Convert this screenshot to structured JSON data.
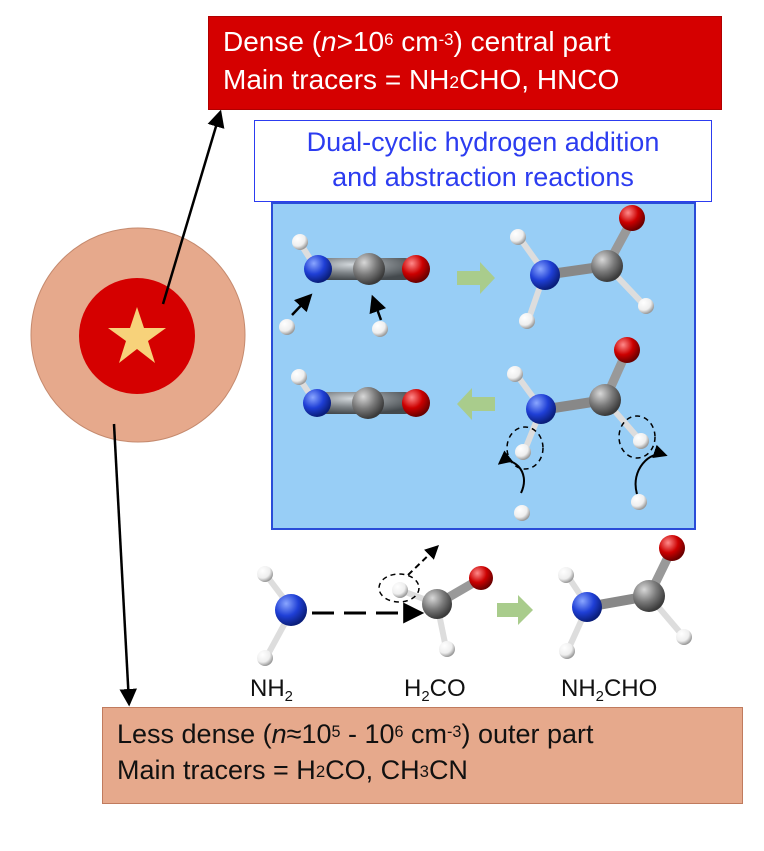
{
  "dense_box": {
    "line1_a": "Dense (",
    "line1_n": "n",
    "line1_b": ">10",
    "line1_sup6": "6",
    "line1_c": " cm",
    "line1_supm3": "-3",
    "line1_d": ") central part",
    "line2_a": "Main tracers = NH",
    "line2_sub2": "2",
    "line2_b": "CHO, HNCO"
  },
  "dual_box": {
    "line1": "Dual-cyclic hydrogen addition",
    "line2": "and abstraction reactions"
  },
  "labels": {
    "nh2_a": "NH",
    "nh2_sub": "2",
    "h2co_a": "H",
    "h2co_sub": "2",
    "h2co_b": "CO",
    "nh2cho_a": "NH",
    "nh2cho_sub": "2",
    "nh2cho_b": "CHO"
  },
  "less_box": {
    "line1_a": "Less dense (",
    "line1_n": "n",
    "line1_b": "≈10",
    "line1_sup5": "5",
    "line1_c": " - 10",
    "line1_sup6": "6",
    "line1_d": " cm",
    "line1_supm3": "-3",
    "line1_e": ") outer part",
    "line2_a": "Main tracers = H",
    "line2_sub2a": "2",
    "line2_b": "CO, CH",
    "line2_sub3": "3",
    "line2_c": "CN"
  },
  "colors": {
    "dense_red": "#d50000",
    "outer_salmon": "#e6a98c",
    "panel_blue": "#98cef6",
    "nitrogen": "#1f3fd6",
    "carbon": "#7a7a7a",
    "oxygen": "#cc0000",
    "hydrogen": "#f2f2f2",
    "reaction_arrow": "#a9cc8c",
    "star": "#f7d27a"
  }
}
